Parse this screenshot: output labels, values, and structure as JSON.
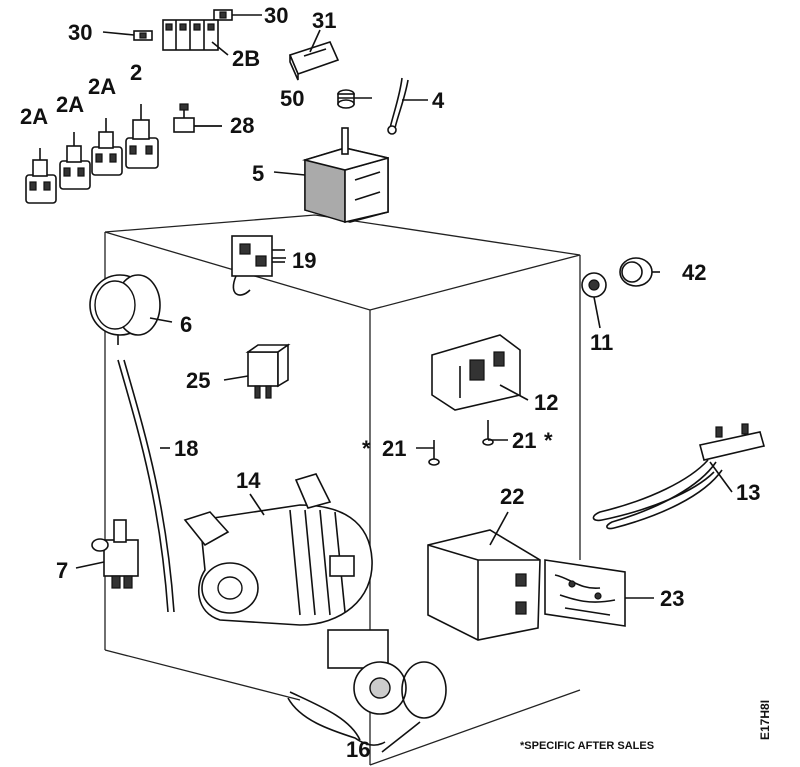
{
  "labels": {
    "p30a": "30",
    "p30b": "30",
    "p31": "31",
    "p2b": "2B",
    "p2a1": "2A",
    "p2a2": "2A",
    "p2a3": "2A",
    "p2": "2",
    "p50": "50",
    "p4": "4",
    "p28": "28",
    "p5": "5",
    "p19": "19",
    "p42": "42",
    "p6": "6",
    "p11": "11",
    "p25": "25",
    "p12": "12",
    "p18": "18",
    "p21a": "21",
    "p21b": "21",
    "p13": "13",
    "p14": "14",
    "p22": "22",
    "p7": "7",
    "p23": "23",
    "p16": "16"
  },
  "asterisks": {
    "a1": "*",
    "a2": "*"
  },
  "footnote": "*SPECIFIC AFTER SALES",
  "drawing_code": "E17H8I",
  "colors": {
    "ink": "#111111",
    "paper": "#ffffff"
  }
}
